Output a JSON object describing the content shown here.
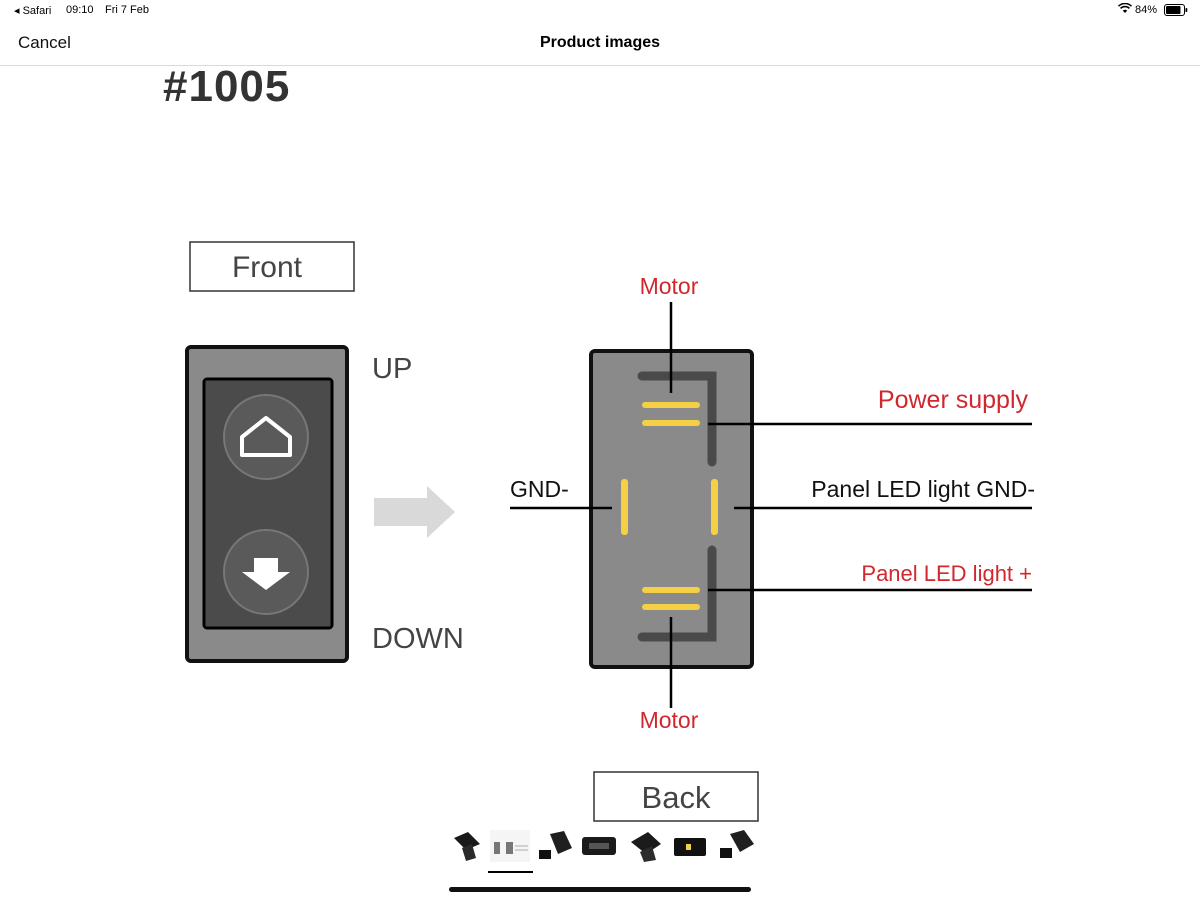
{
  "status_bar": {
    "back_app": "Safari",
    "time": "09:10",
    "date": "Fri 7 Feb",
    "battery": "84%",
    "icons": [
      "wifi-icon",
      "battery-icon"
    ]
  },
  "nav": {
    "cancel_label": "Cancel",
    "title": "Product images"
  },
  "product_image": {
    "model": "#1005",
    "front_label": "Front",
    "back_label": "Back",
    "up_label": "UP",
    "down_label": "DOWN",
    "motor_top": "Motor",
    "motor_bottom": "Motor",
    "gnd_label": "GND-",
    "power_supply_label": "Power supply",
    "panel_led_gnd_label": "Panel LED light GND-",
    "panel_led_plus_label": "Panel LED light +",
    "colors": {
      "red_label": "#d0282e",
      "pin": "#f5d046",
      "body": "#8a8a8a"
    }
  },
  "thumbnails": {
    "count": 7,
    "selected": 2
  }
}
